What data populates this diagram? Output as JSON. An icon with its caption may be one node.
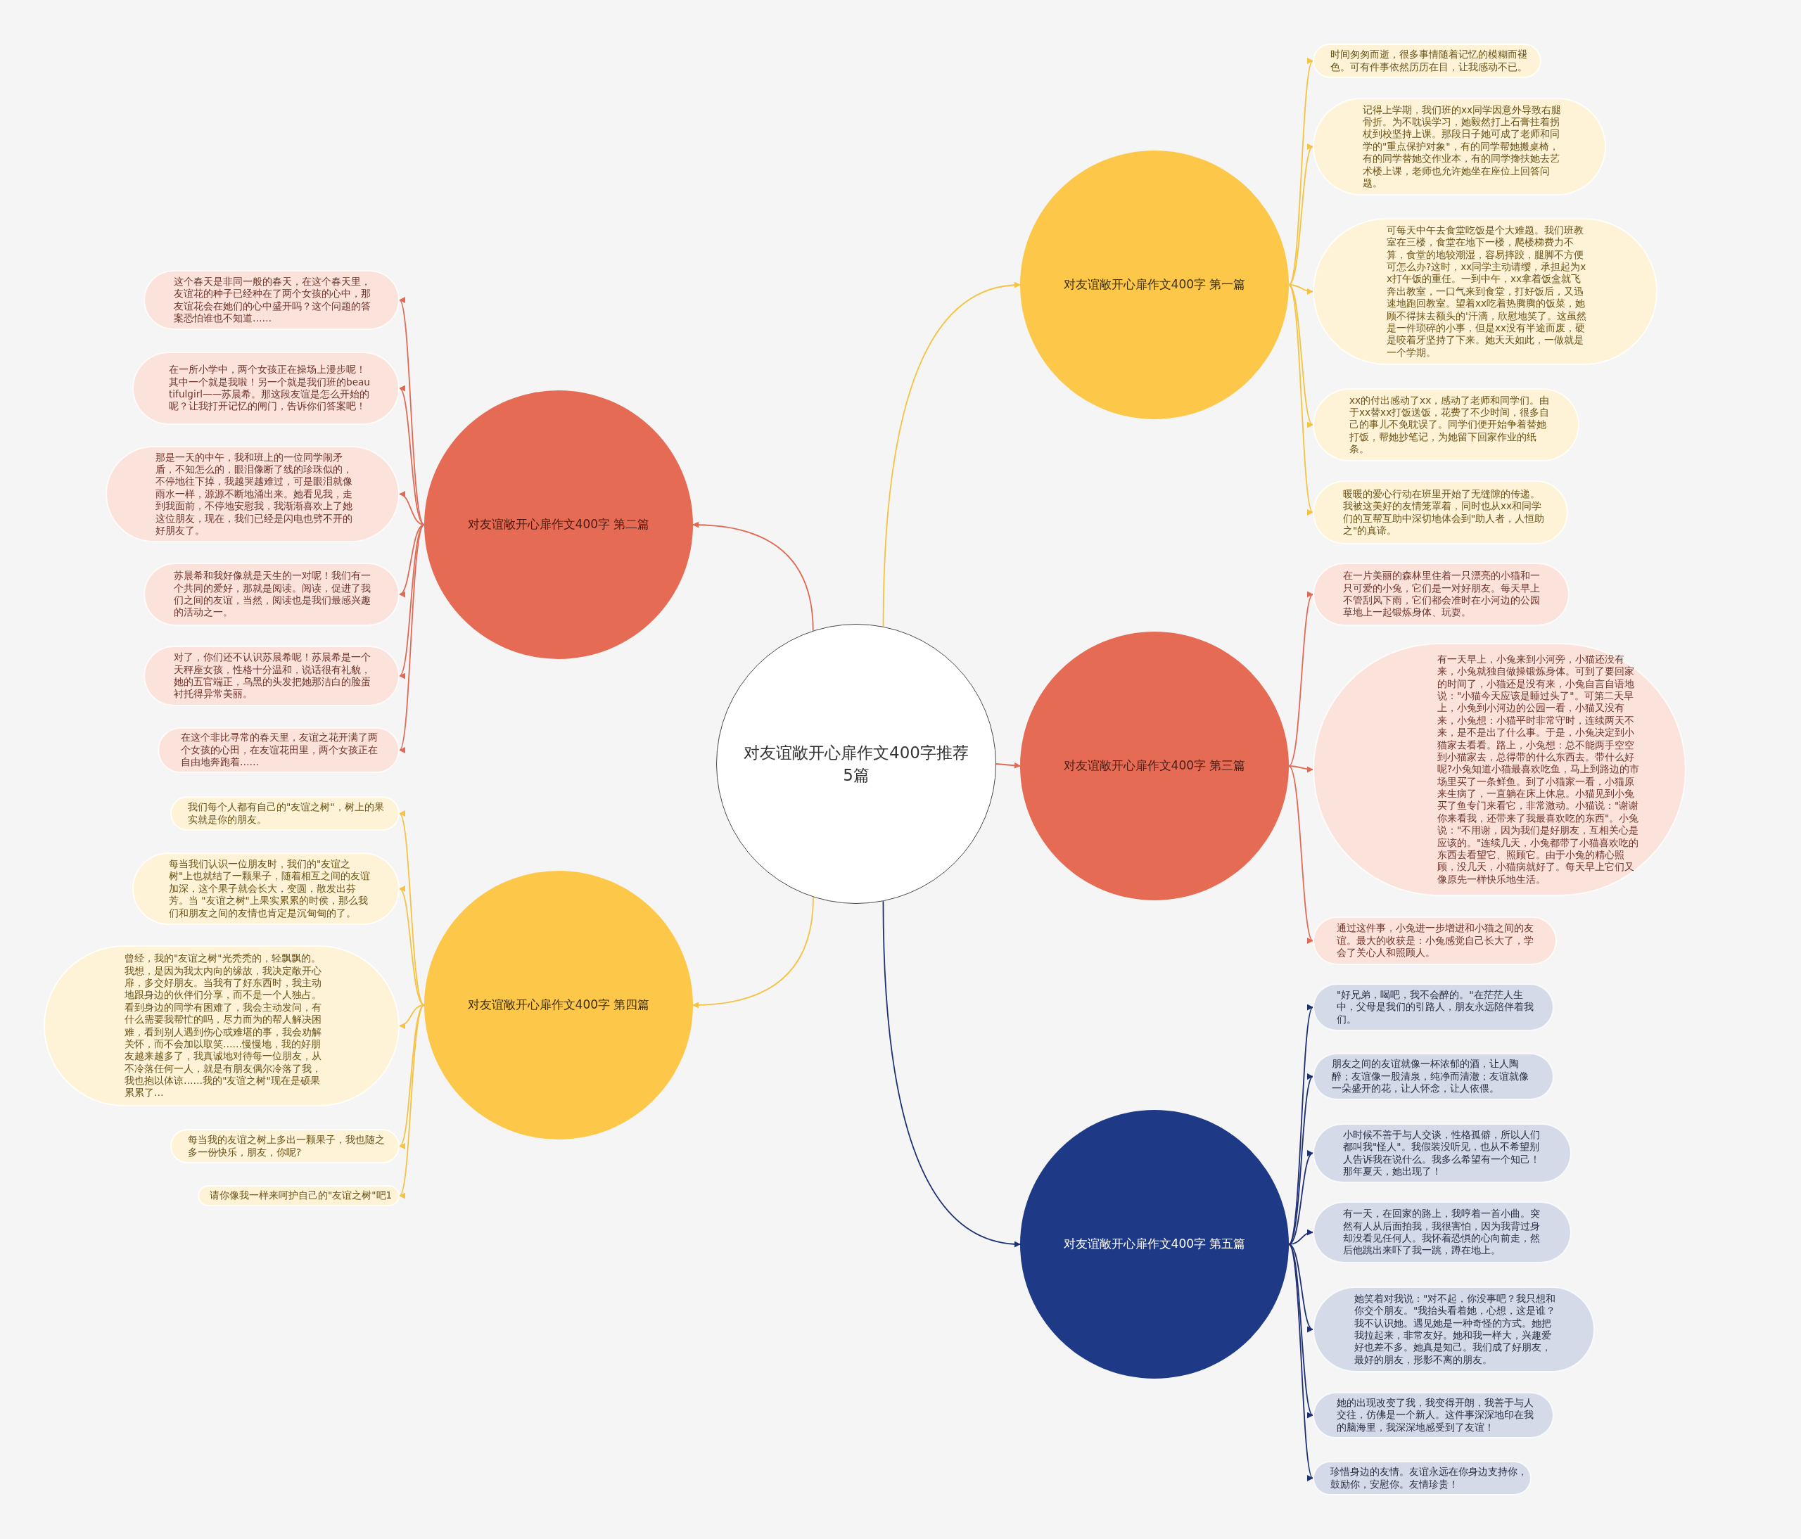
{
  "diagram": {
    "nodes": [
      {
        "text": [
          "对友谊敞开心扉作文400字推荐5篇"
        ]
      },
      {
        "text": [
          "对友谊敞开心扉作文400字 第一篇"
        ]
      },
      {
        "text": [
          "时间匆匆而逝，很多事情随着记忆的模糊而褪色。可有件事依然历历在目，让我感动不已。"
        ]
      },
      {
        "text": [
          "记得上学期，我们班的xx同学因意外导致右腿骨折。为不耽误学习，她毅然打上石膏拄着拐杖到校坚持上课。那段日子她可成了老师和同学的\"重点保护对象\"，有的同学帮她搬桌椅，有的同学替她交作业本，有的同学搀扶她去艺术楼上课，老师也允许她坐在座位上回答问题。"
        ]
      },
      {
        "text": [
          "可每天中午去食堂吃饭是个大难题。我们班教室在三楼，食堂在地下一楼，爬楼梯费力不算，食堂的地较潮湿，容易摔跤，腿脚不方便可怎么办?这时，xx同学主动请缨，承担起为xx打午饭的重任。一到中午，xx拿着饭盒就飞奔出教室，一口气来到食堂，打好饭后，又迅速地跑回教室。望着xx吃着热腾腾的饭菜，她顾不得抹去额头的'汗滴，欣慰地笑了。这虽然是一件琐碎的小事，但是xx没有半途而废，硬是咬着牙坚持了下来。她天天如此，一做就是一个学期。"
        ]
      },
      {
        "text": [
          "xx的付出感动了xx，感动了老师和同学们。由于xx替xx打饭送饭，花费了不少时间，很多自己的事儿不免耽误了。同学们便开始争着替她打饭，帮她抄笔记，为她留下回家作业的纸条。"
        ]
      },
      {
        "text": [
          "暖暖的爱心行动在班里开始了无缝隙的传递。我被这美好的友情笼罩着，同时也从xx和同学们的互帮互助中深切地体会到\"助人者，人恒助之\"的真谛。"
        ]
      },
      {
        "text": [
          "对友谊敞开心扉作文400字 第二篇"
        ]
      },
      {
        "text": [
          "这个春天是非同一般的春天，在这个春天里，友谊花的种子已经种在了两个女孩的心中，那友谊花会在她们的心中盛开吗？这个问题的答案恐怕谁也不知道……"
        ]
      },
      {
        "text": [
          "在一所小学中，两个女孩正在操场上漫步呢！其中一个就是我啦！另一个就是我们班的beautifulgirl——苏晨希。那这段友谊是怎么开始的呢？让我打开记忆的闸门，告诉你们答案吧！"
        ]
      },
      {
        "text": [
          "那是一天的中午，我和班上的一位同学闹矛盾，不知怎么的，眼泪像断了线的珍珠似的，不停地往下掉，我越哭越难过，可是眼泪就像雨水一样，源源不断地涌出来。她看见我，走到我面前，不停地安慰我，我渐渐喜欢上了她这位朋友，现在，我们已经是闪电也劈不开的好朋友了。"
        ]
      },
      {
        "text": [
          "苏晨希和我好像就是天生的一对呢！我们有一个共同的爱好，那就是阅读。阅读，促进了我们之间的友谊，当然，阅读也是我们最感兴趣的活动之一。"
        ]
      },
      {
        "text": [
          "对了，你们还不认识苏晨希呢！苏晨希是一个天秤座女孩，性格十分温和，说话很有礼貌，她的五官端正，乌黑的头发把她那洁白的脸蛋衬托得异常美丽。"
        ]
      },
      {
        "text": [
          "在这个非比寻常的春天里，友谊之花开满了两个女孩的心田，在友谊花田里，两个女孩正在自由地奔跑着……"
        ]
      },
      {
        "text": [
          "对友谊敞开心扉作文400字 第三篇"
        ]
      },
      {
        "text": [
          "在一片美丽的森林里住着一只漂亮的小猫和一只可爱的小兔，它们是一对好朋友。每天早上不管刮风下雨，它们都会准时在小河边的公园草地上一起锻炼身体、玩耍。"
        ]
      },
      {
        "text": [
          "有一天早上，小兔来到小河旁，小猫还没有来，小兔就独自做操锻炼身体。可到了要回家的时间了，小猫还是没有来，小兔自言自语地说：\"小猫今天应该是睡过头了\"。可第二天早上，小兔到小河边的公园一看，小猫又没有来，小兔想：小猫平时非常守时，连续两天不来，是不是出了什么事。于是，小兔决定到小猫家去看看。路上，小兔想：总不能两手空空到小猫家去，总得带的什么东西去。带什么好呢?小兔知道小猫最喜欢吃鱼，马上到路边的市场里买了一条鲜鱼。到了小猫家一看，小猫原来生病了，一直躺在床上休息。小猫见到小兔买了鱼专门来看它，非常激动。小猫说：\"谢谢你来看我，还带来了我最喜欢吃的东西\"。小兔说：\"不用谢，因为我们是好朋友，互相关心是应该的。\"连续几天，小兔都带了小猫喜欢吃的东西去看望它、照顾它。由于小兔的精心照顾，没几天，小猫病就好了。每天早上它们又像原先一样快乐地生活。"
        ]
      },
      {
        "text": [
          "通过这件事，小兔进一步增进和小猫之间的友谊。最大的收获是：小兔感觉自己长大了，学会了关心人和照顾人。"
        ]
      },
      {
        "text": [
          "对友谊敞开心扉作文400字 第四篇"
        ]
      },
      {
        "text": [
          "我们每个人都有自己的\"友谊之树\"，树上的果实就是你的朋友。"
        ]
      },
      {
        "text": [
          "每当我们认识一位朋友时，我们的\"友谊之树\"上也就结了一颗果子，随着相互之间的友谊加深，这个果子就会长大，变圆，散发出芬芳。当 \"友谊之树\"上果实累累的时侯，那么我们和朋友之间的友情也肯定是沉甸甸的了。"
        ]
      },
      {
        "text": [
          "曾经，我的\"友谊之树\"光秃秃的，轻飘飘的。我想，是因为我太内向的缘故，我决定敞开心扉，多交好朋友。当我有了好东西时，我主动地跟身边的伙伴们分享，而不是一个人独占。看到身边的同学有困难了，我会主动发问，有什么需要我帮忙的吗，尽力而为的帮人解决困难，看到别人遇到伤心或难堪的事，我会劝解关怀，而不会加以取笑……慢慢地，我的好朋友越来越多了，我真诚地对待每一位朋友，从不冷落任何一人，就是有朋友偶尔冷落了我，我也抱以体谅……我的\"友谊之树\"现在是硕果累累了…"
        ]
      },
      {
        "text": [
          "每当我的友谊之树上多出一颗果子，我也随之多一份快乐，朋友，你呢?"
        ]
      },
      {
        "text": [
          "请你像我一样来呵护自己的\"友谊之树\"吧1"
        ]
      },
      {
        "text": [
          "对友谊敞开心扉作文400字 第五篇"
        ]
      },
      {
        "text": [
          "\"好兄弟，喝吧，我不会醉的。\"在茫茫人生中，父母是我们的引路人，朋友永远陪伴着我们。"
        ]
      },
      {
        "text": [
          "朋友之间的友谊就像一杯浓郁的酒，让人陶醉；友谊像一股清泉，纯净而清澈；友谊就像一朵盛开的花，让人怀念，让人依偎。"
        ]
      },
      {
        "text": [
          "小时候不善于与人交谈，性格孤僻，所以人们都叫我\"怪人\"。我假装没听见，也从不希望别人告诉我在说什么。我多么希望有一个知己！那年夏天，她出现了！"
        ]
      },
      {
        "text": [
          "有一天，在回家的路上，我哼着一首小曲。突然有人从后面拍我，我很害怕，因为我背过身却没看见任何人。我怀着恐惧的心向前走，然后他跳出来吓了我一跳，蹲在地上。"
        ]
      },
      {
        "text": [
          "她笑着对我说：\"对不起，你没事吧？我只想和你交个朋友。\"我抬头看着她，心想，这是谁？我不认识她。遇见她是一种奇怪的方式。她把我拉起来，非常友好。她和我一样大，兴趣爱好也差不多。她真是知己。我们成了好朋友，最好的朋友，形影不离的朋友。"
        ]
      },
      {
        "text": [
          "她的出现改变了我，我变得开朗，我善于与人交往，仿佛是一个新人。这件事深深地印在我的脑海里，我深深地感受到了友谊！"
        ]
      },
      {
        "text": [
          "珍惜身边的友情。友谊永远在你身边支持你，鼓励你，安慰你。友情珍贵！"
        ]
      }
    ],
    "edges": [
      {
        "from": 0,
        "to": 1,
        "arrow": "to",
        "color": "#f5c242"
      },
      {
        "from": 0,
        "to": 7,
        "arrow": "to",
        "color": "#e06a55"
      },
      {
        "from": 0,
        "to": 14,
        "arrow": "to",
        "color": "#e06a55"
      },
      {
        "from": 0,
        "to": 18,
        "arrow": "to",
        "color": "#f5c242"
      },
      {
        "from": 0,
        "to": 24,
        "arrow": "to",
        "color": "#1e2f73"
      },
      {
        "from": 1,
        "to": 2,
        "arrow": "to",
        "color": "#f5c242"
      },
      {
        "from": 1,
        "to": 3,
        "arrow": "to",
        "color": "#f5c242"
      },
      {
        "from": 1,
        "to": 4,
        "arrow": "to",
        "color": "#f5c242"
      },
      {
        "from": 1,
        "to": 5,
        "arrow": "to",
        "color": "#f5c242"
      },
      {
        "from": 1,
        "to": 6,
        "arrow": "to",
        "color": "#f5c242"
      },
      {
        "from": 7,
        "to": 8,
        "arrow": "to",
        "color": "#e06a55"
      },
      {
        "from": 7,
        "to": 9,
        "arrow": "to",
        "color": "#e06a55"
      },
      {
        "from": 7,
        "to": 10,
        "arrow": "to",
        "color": "#e06a55"
      },
      {
        "from": 7,
        "to": 11,
        "arrow": "to",
        "color": "#e06a55"
      },
      {
        "from": 7,
        "to": 12,
        "arrow": "to",
        "color": "#e06a55"
      },
      {
        "from": 7,
        "to": 13,
        "arrow": "to",
        "color": "#e06a55"
      },
      {
        "from": 14,
        "to": 15,
        "arrow": "to",
        "color": "#e06a55"
      },
      {
        "from": 14,
        "to": 16,
        "arrow": "to",
        "color": "#e06a55"
      },
      {
        "from": 14,
        "to": 17,
        "arrow": "to",
        "color": "#e06a55"
      },
      {
        "from": 18,
        "to": 19,
        "arrow": "to",
        "color": "#f5c242"
      },
      {
        "from": 18,
        "to": 20,
        "arrow": "to",
        "color": "#f5c242"
      },
      {
        "from": 18,
        "to": 21,
        "arrow": "to",
        "color": "#f5c242"
      },
      {
        "from": 18,
        "to": 22,
        "arrow": "to",
        "color": "#f5c242"
      },
      {
        "from": 18,
        "to": 23,
        "arrow": "to",
        "color": "#f5c242"
      },
      {
        "from": 24,
        "to": 25,
        "arrow": "to",
        "color": "#1e2f73"
      },
      {
        "from": 24,
        "to": 26,
        "arrow": "to",
        "color": "#1e2f73"
      },
      {
        "from": 24,
        "to": 27,
        "arrow": "to",
        "color": "#1e2f73"
      },
      {
        "from": 24,
        "to": 28,
        "arrow": "to",
        "color": "#1e2f73"
      },
      {
        "from": 24,
        "to": 29,
        "arrow": "to",
        "color": "#1e2f73"
      },
      {
        "from": 24,
        "to": 30,
        "arrow": "to",
        "color": "#1e2f73"
      },
      {
        "from": 24,
        "to": 31,
        "arrow": "to",
        "color": "#1e2f73"
      }
    ]
  }
}
